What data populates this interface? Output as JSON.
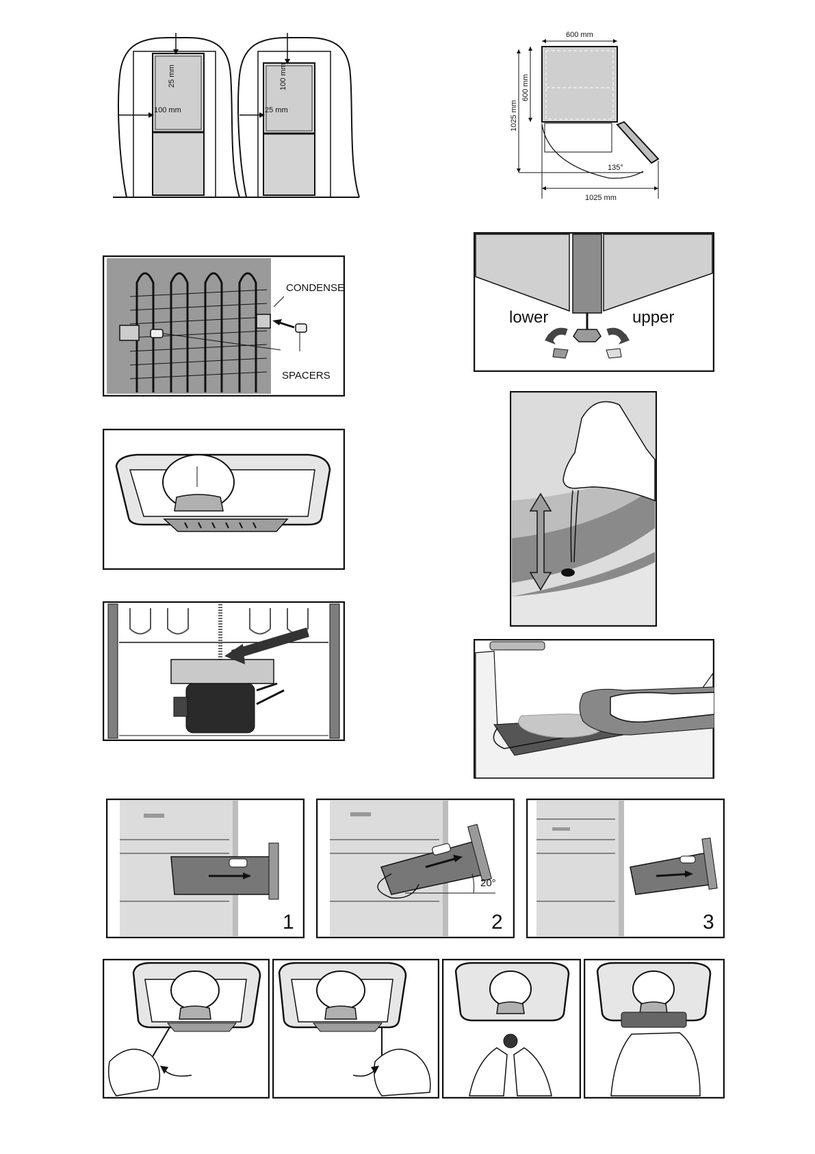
{
  "clearance": {
    "left": {
      "top_gap": "25 mm",
      "side_gap": "100 mm"
    },
    "right": {
      "top_gap": "100 mm",
      "side_gap": "25 mm"
    }
  },
  "dimensions": {
    "width": "600 mm",
    "depth": "600 mm",
    "total_depth": "1025 mm",
    "swing_width": "1025 mm",
    "angle": "135°"
  },
  "condenser": {
    "condenser_label": "CONDENSER",
    "spacers_label": "SPACERS"
  },
  "feet": {
    "lower_label": "lower",
    "upper_label": "upper"
  },
  "crisper_steps": {
    "step1": "1",
    "step2": "2",
    "step3": "3",
    "angle": "20°"
  }
}
